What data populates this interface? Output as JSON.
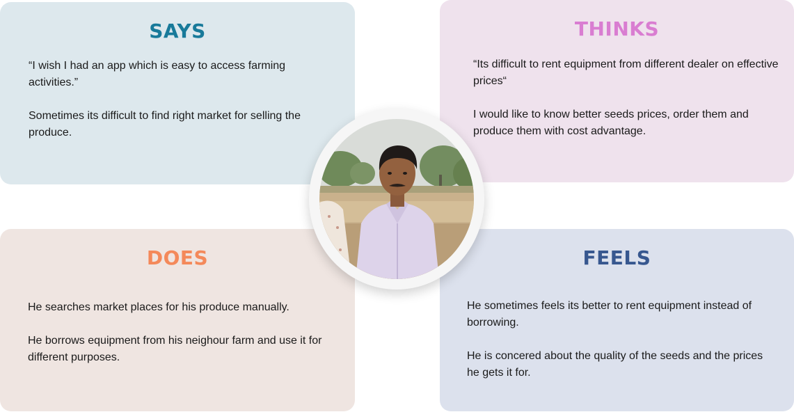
{
  "says": {
    "title": "SAYS",
    "paragraphs": [
      "“I wish I had an app which is easy to access farming activities.”",
      "Sometimes its difficult to find right market for selling the produce."
    ]
  },
  "thinks": {
    "title": "THINKS",
    "paragraphs": [
      "“Its difficult to rent equipment from different dealer on effective prices“",
      "I would like to know better seeds prices, order them and produce them with cost advantage."
    ]
  },
  "does": {
    "title": "DOES",
    "paragraphs": [
      "He searches market places for his produce manually.",
      "He borrows equipment from his neighour farm and use it for different purposes."
    ]
  },
  "feels": {
    "title": "FEELS",
    "paragraphs": [
      "He sometimes feels its better to rent equipment instead of borrowing.",
      "He is concered about the quality of the seeds and the prices he gets it for."
    ]
  },
  "colors": {
    "says_bg": "#dde8ed",
    "thinks_bg": "#efe2ed",
    "does_bg": "#efe5e1",
    "feels_bg": "#dce1ed",
    "says_title": "#187a9a",
    "thinks_title": "#d97dd1",
    "does_title": "#f4895a",
    "feels_title": "#37578f"
  },
  "avatar": {
    "icon": "farmer-portrait-photo"
  }
}
